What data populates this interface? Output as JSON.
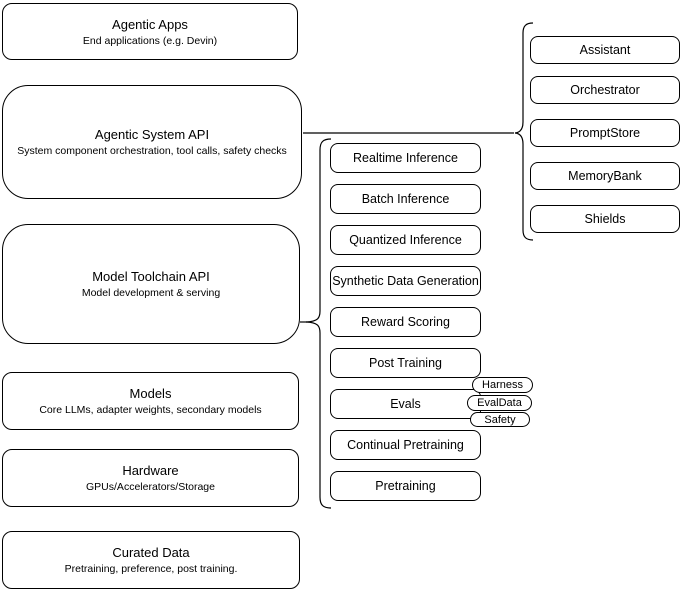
{
  "left_column": [
    {
      "title": "Agentic Apps",
      "subtitle": "End applications (e.g. Devin)"
    },
    {
      "title": "Agentic System API",
      "subtitle": "System component orchestration, tool calls, safety checks"
    },
    {
      "title": "Model Toolchain API",
      "subtitle": "Model development & serving"
    },
    {
      "title": "Models",
      "subtitle": "Core LLMs, adapter weights, secondary models"
    },
    {
      "title": "Hardware",
      "subtitle": "GPUs/Accelerators/Storage"
    },
    {
      "title": "Curated Data",
      "subtitle": "Pretraining, preference, post training."
    }
  ],
  "toolchain_items": [
    "Realtime Inference",
    "Batch Inference",
    "Quantized Inference",
    "Synthetic Data Generation",
    "Reward Scoring",
    "Post Training",
    "Evals",
    "Continual Pretraining",
    "Pretraining"
  ],
  "evals_tags": [
    "Harness",
    "EvalData",
    "Safety"
  ],
  "system_components": [
    "Assistant",
    "Orchestrator",
    "PromptStore",
    "MemoryBank",
    "Shields"
  ],
  "colors": {
    "line": "#000000",
    "background": "#ffffff",
    "text": "#000000"
  }
}
